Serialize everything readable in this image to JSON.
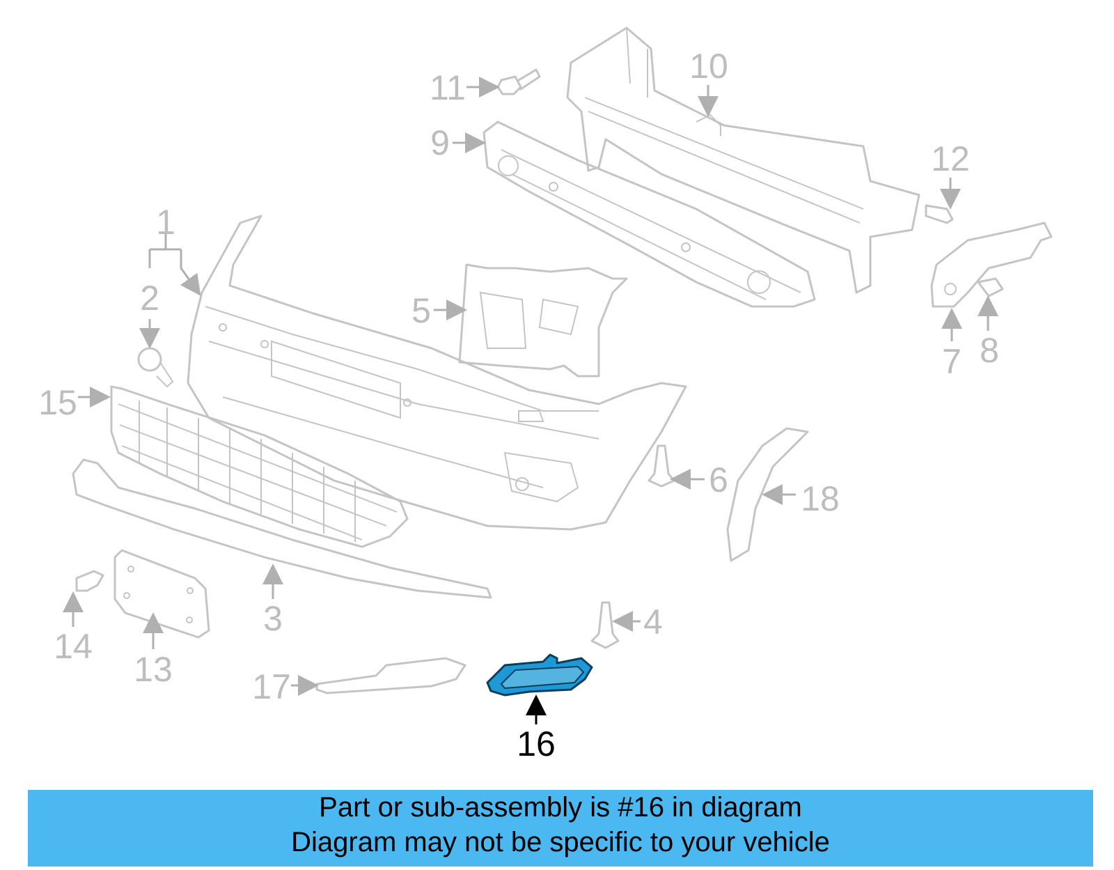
{
  "callouts": [
    {
      "id": "1",
      "label": "1"
    },
    {
      "id": "2",
      "label": "2"
    },
    {
      "id": "3",
      "label": "3"
    },
    {
      "id": "4",
      "label": "4"
    },
    {
      "id": "5",
      "label": "5"
    },
    {
      "id": "6",
      "label": "6"
    },
    {
      "id": "7",
      "label": "7"
    },
    {
      "id": "8",
      "label": "8"
    },
    {
      "id": "9",
      "label": "9"
    },
    {
      "id": "10",
      "label": "10"
    },
    {
      "id": "11",
      "label": "11"
    },
    {
      "id": "12",
      "label": "12"
    },
    {
      "id": "13",
      "label": "13"
    },
    {
      "id": "14",
      "label": "14"
    },
    {
      "id": "15",
      "label": "15"
    },
    {
      "id": "16",
      "label": "16"
    },
    {
      "id": "17",
      "label": "17"
    },
    {
      "id": "18",
      "label": "18"
    }
  ],
  "highlighted_part": "16",
  "banner": {
    "line1": "Part or sub-assembly is #16 in diagram",
    "line2": "Diagram may not be specific to your vehicle"
  },
  "colors": {
    "banner_bg": "#4bb8f2",
    "highlight_fill": "#1d9ad6",
    "part_stroke": "#c4c4c4",
    "label_gray": "#bdbdbd"
  }
}
